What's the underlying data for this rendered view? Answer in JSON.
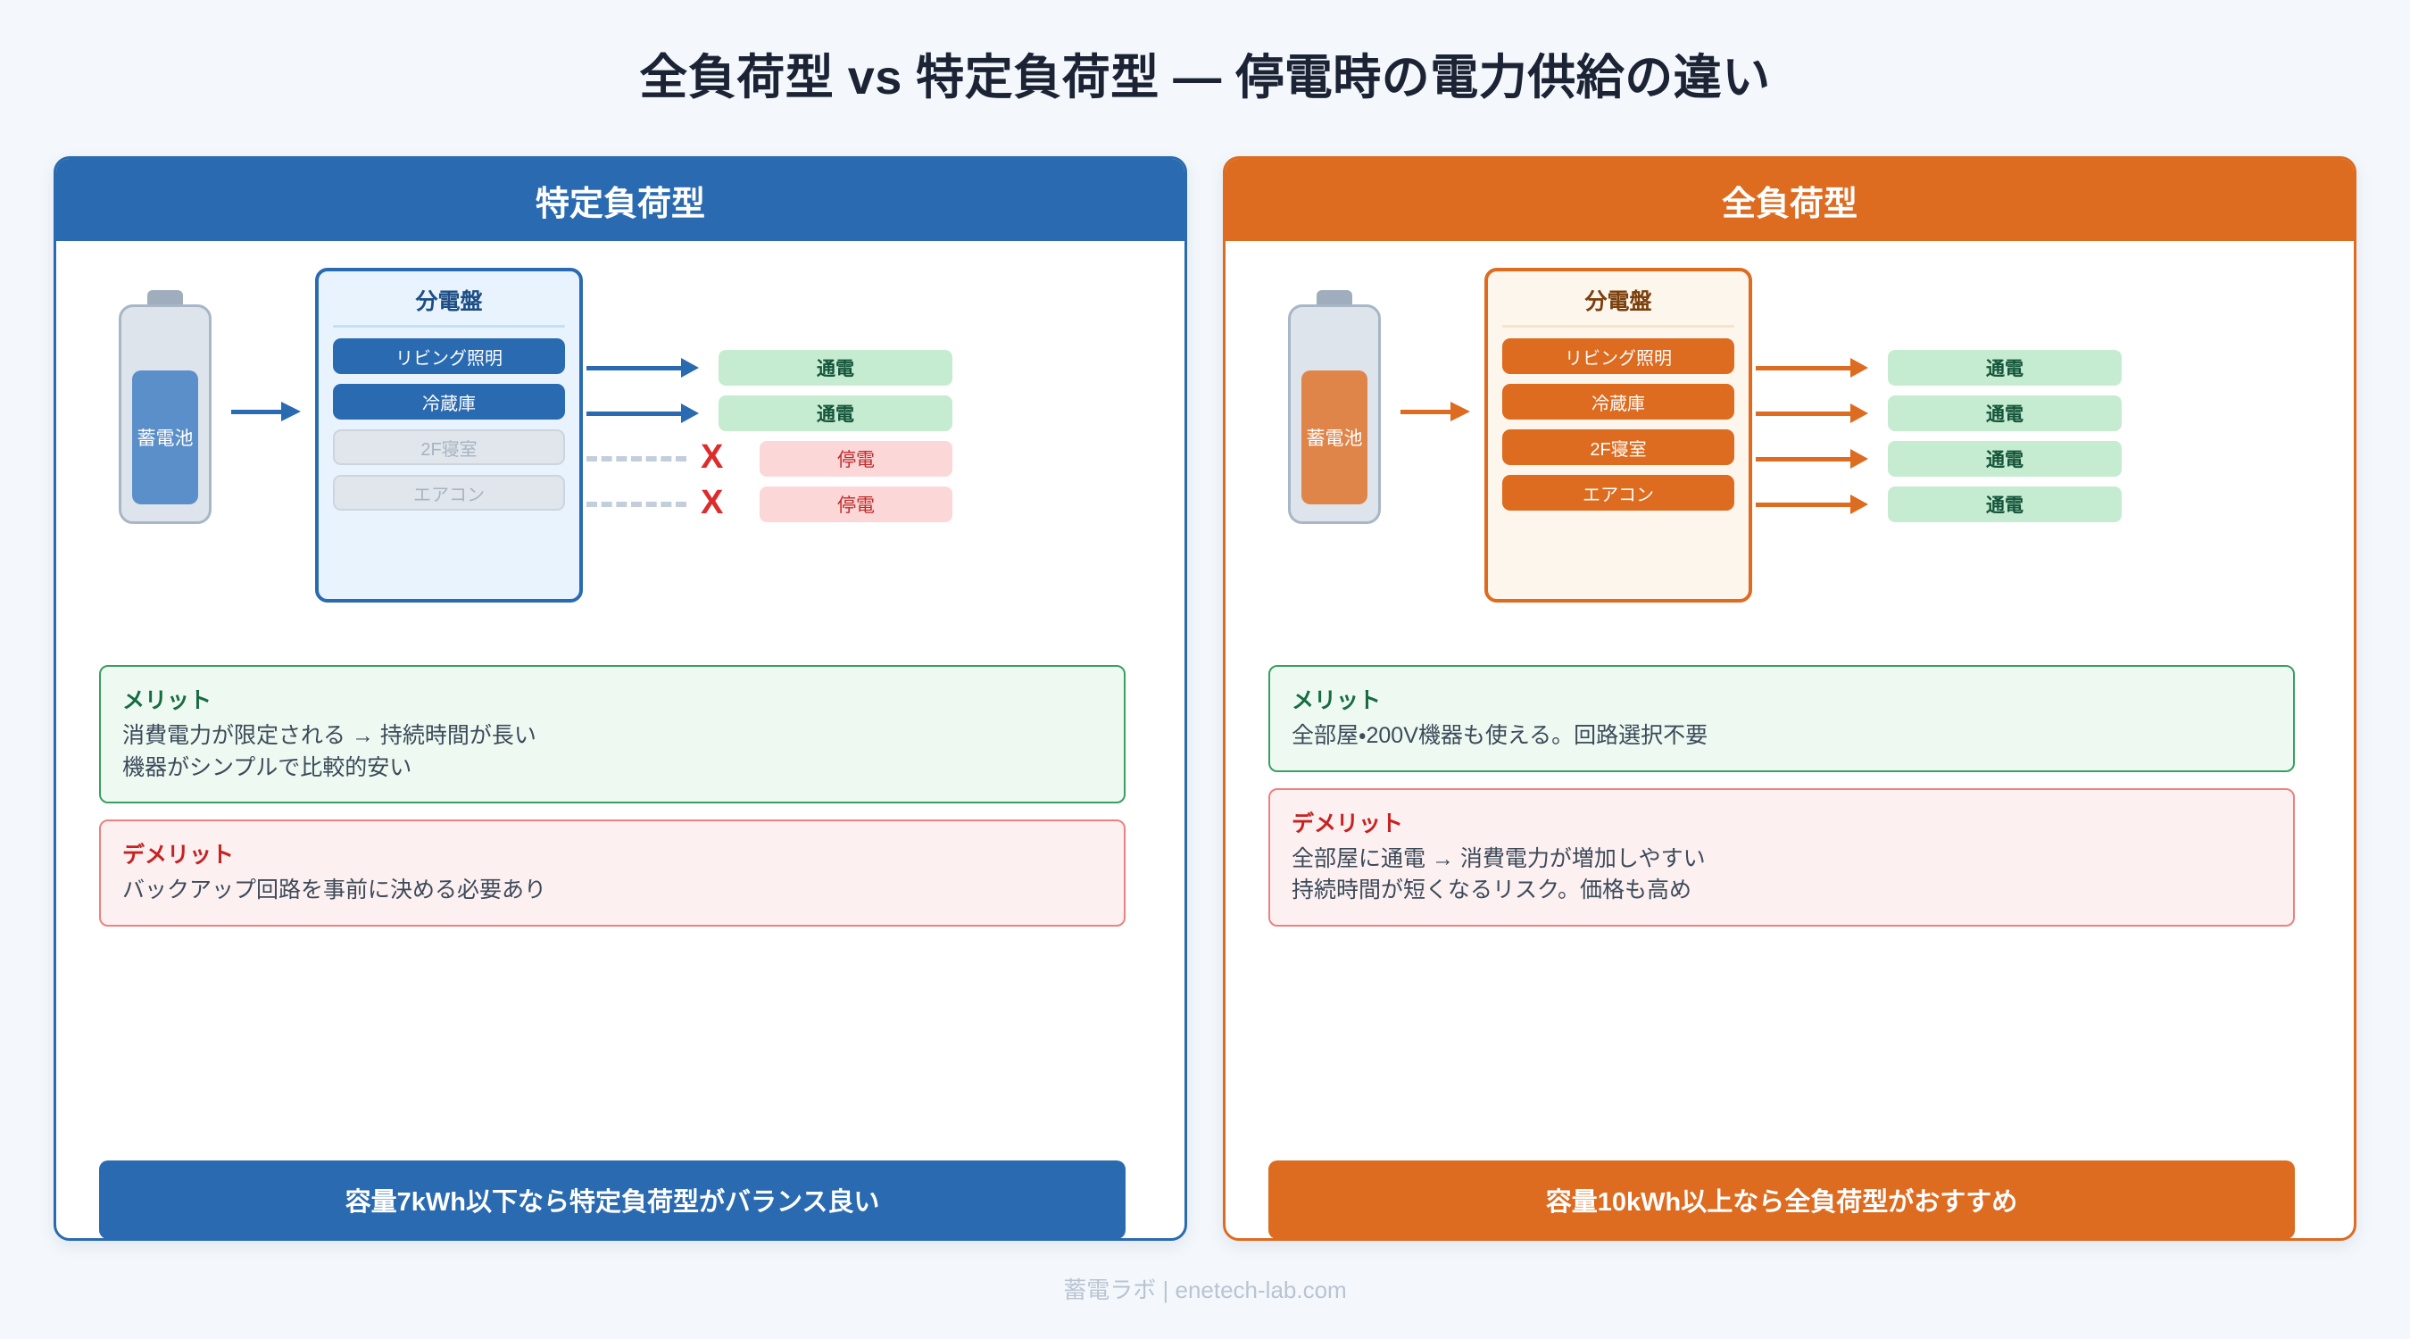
{
  "title": "全負荷型 vs 特定負荷型 ― 停電時の電力供給の違い",
  "footer": "蓄電ラボ | enetech-lab.com",
  "colors": {
    "background": "#f4f8fc",
    "blue_accent": "#2a6ab0",
    "orange_accent": "#dd6b20",
    "powered_bg": "#c5ecd0",
    "powered_text": "#14543a",
    "outage_bg": "#fcd7d7",
    "outage_text": "#c22b2b",
    "merit_border": "#3a9e63",
    "demerit_border": "#ee8080",
    "title_text": "#1b2335",
    "footer_text": "#b9c4d2"
  },
  "panels": [
    {
      "id": "specific-load",
      "header": "特定負荷型",
      "battery_label": "蓄電池",
      "distribution_board_title": "分電盤",
      "circuits": [
        {
          "label": "リビング照明",
          "state": "on",
          "result": "通電",
          "result_state": "powered"
        },
        {
          "label": "冷蔵庫",
          "state": "on",
          "result": "通電",
          "result_state": "powered"
        },
        {
          "label": "2F寝室",
          "state": "off",
          "result": "停電",
          "result_state": "outage",
          "mark": "X"
        },
        {
          "label": "エアコン",
          "state": "off",
          "result": "停電",
          "result_state": "outage",
          "mark": "X"
        }
      ],
      "merit": {
        "title": "メリット",
        "lines": [
          "消費電力が限定される → 持続時間が長い",
          "機器がシンプルで比較的安い"
        ]
      },
      "demerit": {
        "title": "デメリット",
        "lines": [
          "バックアップ回路を事前に決める必要あり"
        ]
      },
      "conclusion": "容量7kWh以下なら特定負荷型がバランス良い"
    },
    {
      "id": "full-load",
      "header": "全負荷型",
      "battery_label": "蓄電池",
      "distribution_board_title": "分電盤",
      "circuits": [
        {
          "label": "リビング照明",
          "state": "on",
          "result": "通電",
          "result_state": "powered"
        },
        {
          "label": "冷蔵庫",
          "state": "on",
          "result": "通電",
          "result_state": "powered"
        },
        {
          "label": "2F寝室",
          "state": "on",
          "result": "通電",
          "result_state": "powered"
        },
        {
          "label": "エアコン",
          "state": "on",
          "result": "通電",
          "result_state": "powered"
        }
      ],
      "merit": {
        "title": "メリット",
        "lines": [
          "全部屋・200V機器も使える。回路選択不要"
        ]
      },
      "demerit": {
        "title": "デメリット",
        "lines": [
          "全部屋に通電 → 消費電力が増加しやすい",
          "持続時間が短くなるリスク。価格も高め"
        ]
      },
      "conclusion": "容量10kWh以上なら全負荷型がおすすめ"
    }
  ]
}
